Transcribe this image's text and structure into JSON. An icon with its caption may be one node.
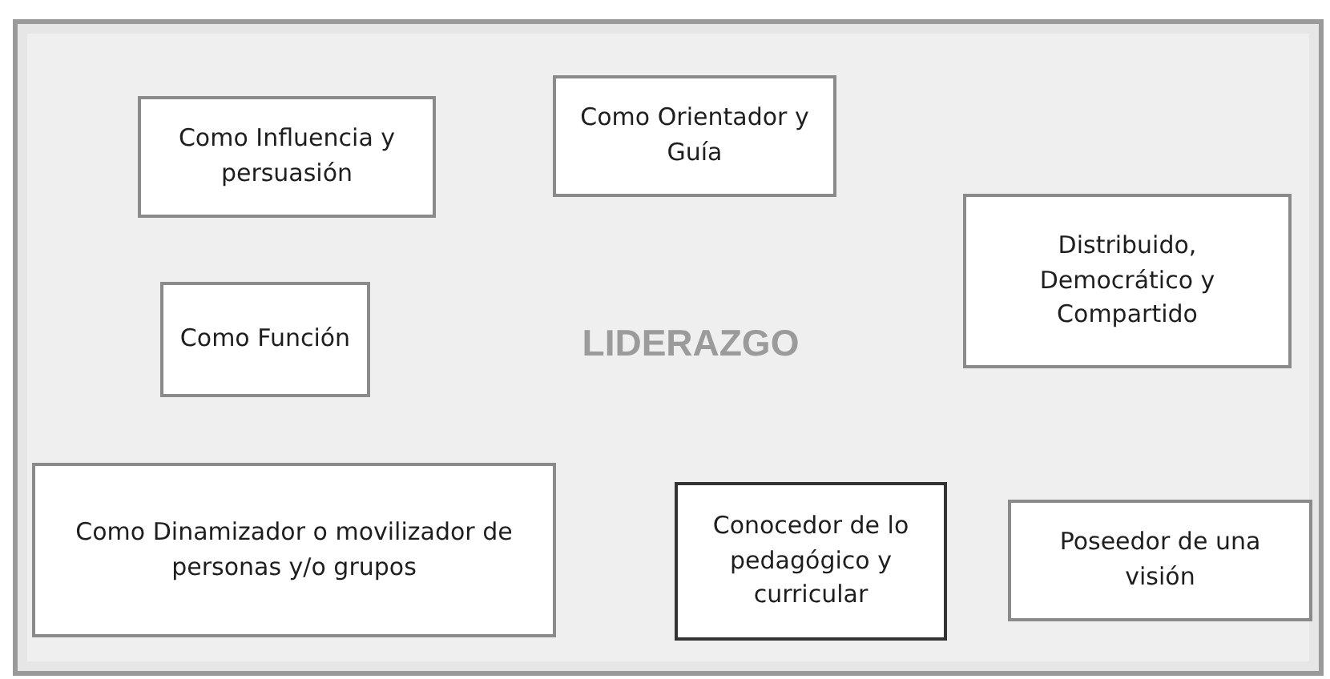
{
  "diagram": {
    "nodes": [
      {
        "text": [
          "LIDERAZGO"
        ]
      },
      {
        "text": [
          "Como Influencia y persuasión"
        ],
        "in": 0
      },
      {
        "text": [
          "Como Orientador y Guía"
        ],
        "in": 0
      },
      {
        "text": [
          "Distribuido, Democrático y Compartido"
        ],
        "in": 0
      },
      {
        "text": [
          "Como Función"
        ],
        "in": 0
      },
      {
        "text": [
          "Como Dinamizador o movilizador de personas y/o grupos"
        ],
        "in": 0
      },
      {
        "text": [
          "Conocedor de lo pedagógico y curricular"
        ],
        "in": 0
      },
      {
        "text": [
          "Poseedor de una visión"
        ],
        "in": 0
      }
    ]
  }
}
